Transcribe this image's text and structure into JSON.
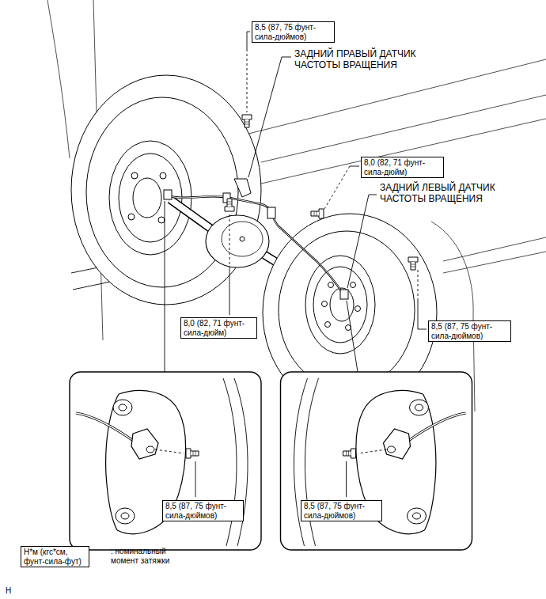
{
  "diagram": {
    "nodes": [
      {
        "text": [
          "8,5 (87, 75 фунт-сила-дюймов)"
        ]
      },
      {
        "text": [
          "8,0 (82, 71 фунт-сила-дюйм)"
        ]
      },
      {
        "text": [
          "8,0 (82, 71 фунт-сила-дюйм)"
        ]
      },
      {
        "text": [
          "8,5 (87, 75 фунт-сила-дюймов)"
        ]
      },
      {
        "text": [
          "8,5 (87, 75 фунт-сила-дюймов)"
        ]
      },
      {
        "text": [
          "8,5 (87, 75 фунт-сила-дюймов)"
        ]
      },
      {
        "text": [
          "Н*м (кгс*см, фунт-сила-фут)"
        ]
      }
    ],
    "labels": [
      "ЗАДНИЙ ПРАВЫЙ ДАТЧИК ЧАСТОТЫ ВРАЩЕНИЯ",
      "ЗАДНИЙ ЛЕВЫЙ ДАТЧИК ЧАСТОТЫ ВРАЩЕНИЯ",
      ": номинальный момент затяжки",
      "H"
    ]
  }
}
